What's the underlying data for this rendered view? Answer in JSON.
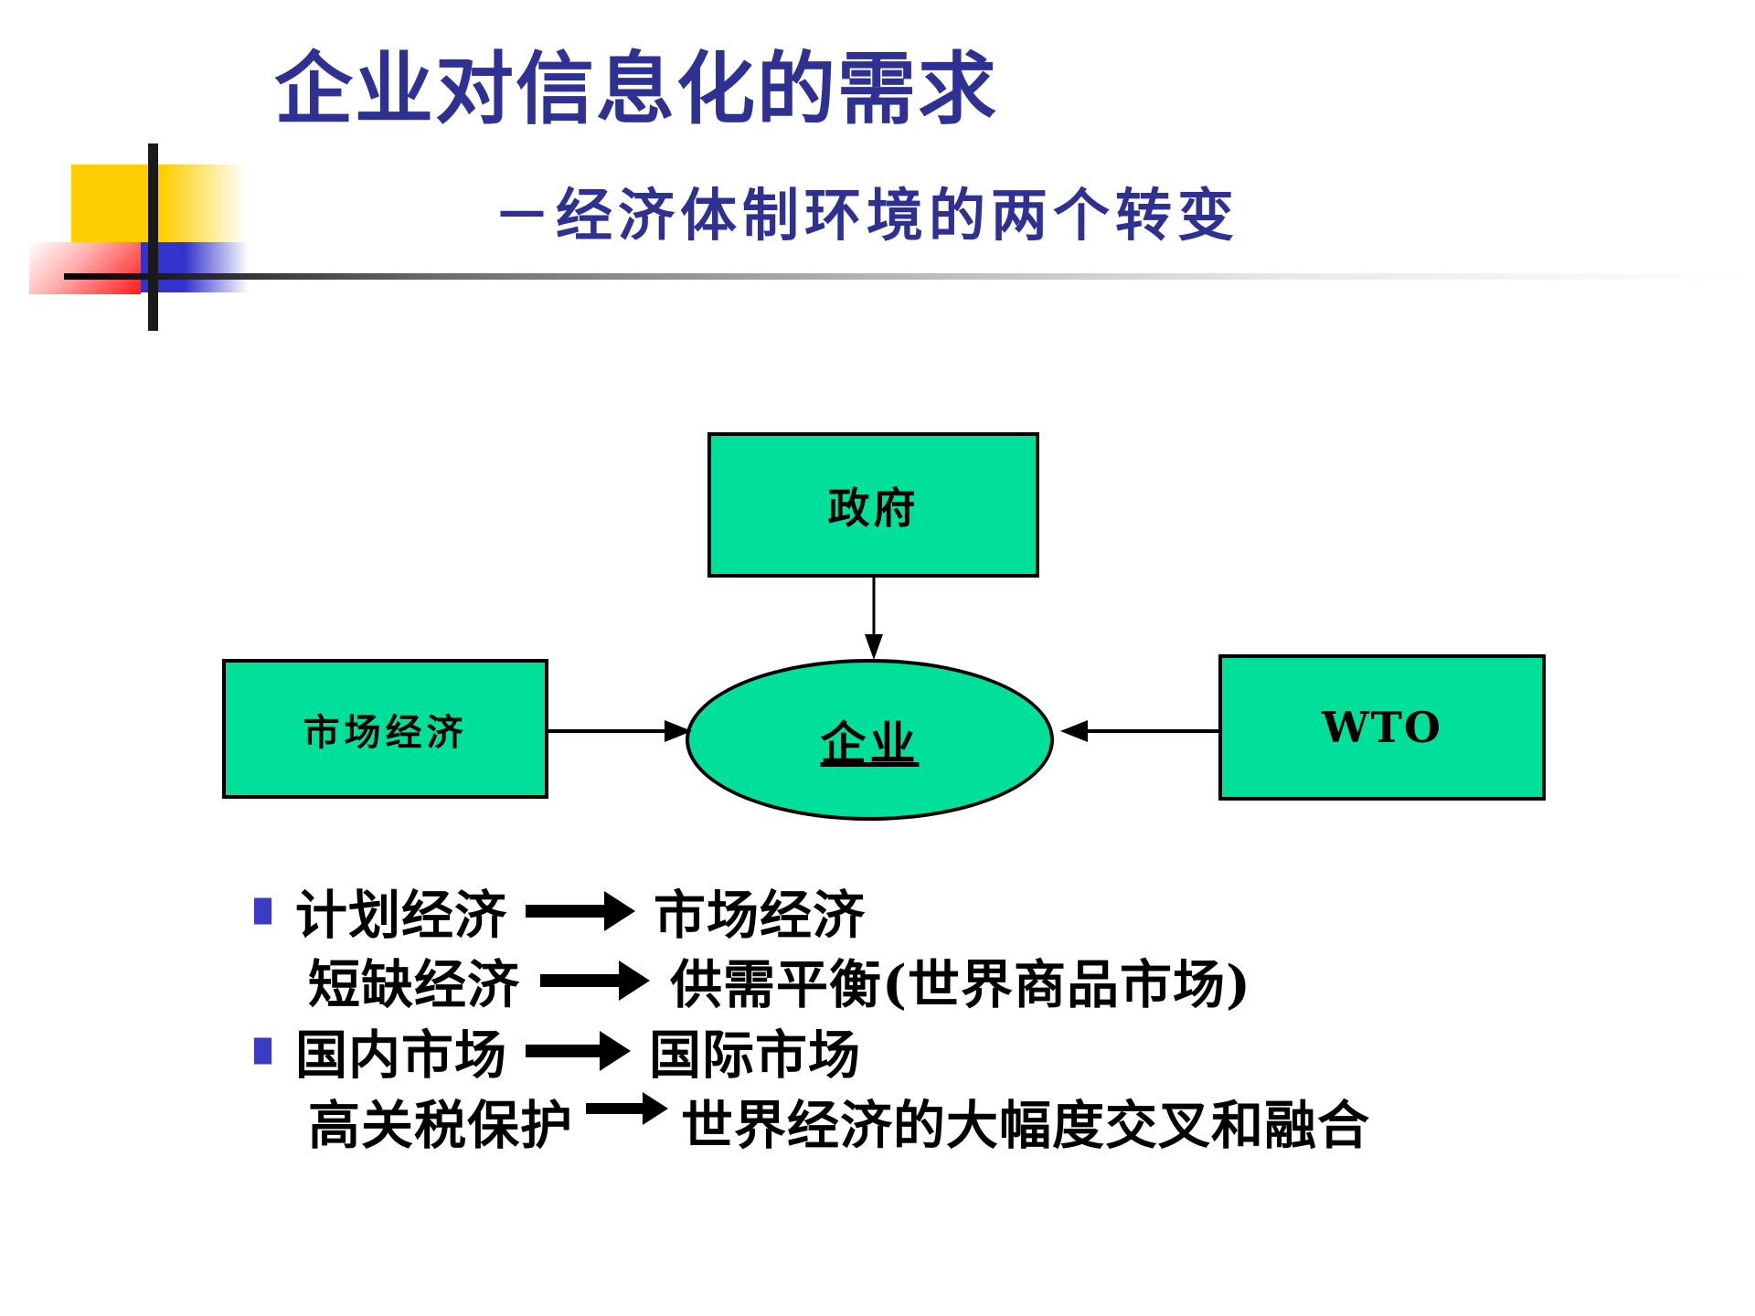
{
  "slide": {
    "title": "企业对信息化的需求",
    "subtitle": "－经济体制环境的两个转变",
    "title_color": "#2e3192"
  },
  "diagram": {
    "node_fill": "#00E09B",
    "node_border": "#000000",
    "nodes": [
      {
        "id": "government",
        "label": "政府",
        "shape": "rect"
      },
      {
        "id": "market-economy",
        "label": "市场经济",
        "shape": "rect"
      },
      {
        "id": "enterprise",
        "label": "企业",
        "shape": "ellipse"
      },
      {
        "id": "wto",
        "label": "WTO",
        "shape": "rect"
      }
    ],
    "edges": [
      {
        "from": "government",
        "to": "enterprise",
        "direction": "down"
      },
      {
        "from": "market-economy",
        "to": "enterprise",
        "direction": "right"
      },
      {
        "from": "wto",
        "to": "enterprise",
        "direction": "left"
      }
    ]
  },
  "bullets": [
    {
      "bulleted": true,
      "from": "计划经济",
      "to": "市场经济"
    },
    {
      "bulleted": false,
      "from": "短缺经济",
      "to": "供需平衡(世界商品市场)"
    },
    {
      "bulleted": true,
      "from": "国内市场",
      "to": "国际市场"
    },
    {
      "bulleted": false,
      "from": "高关税保护",
      "to": "世界经济的大幅度交叉和融合"
    }
  ],
  "bullet_marker_color": "#3b3bc4"
}
